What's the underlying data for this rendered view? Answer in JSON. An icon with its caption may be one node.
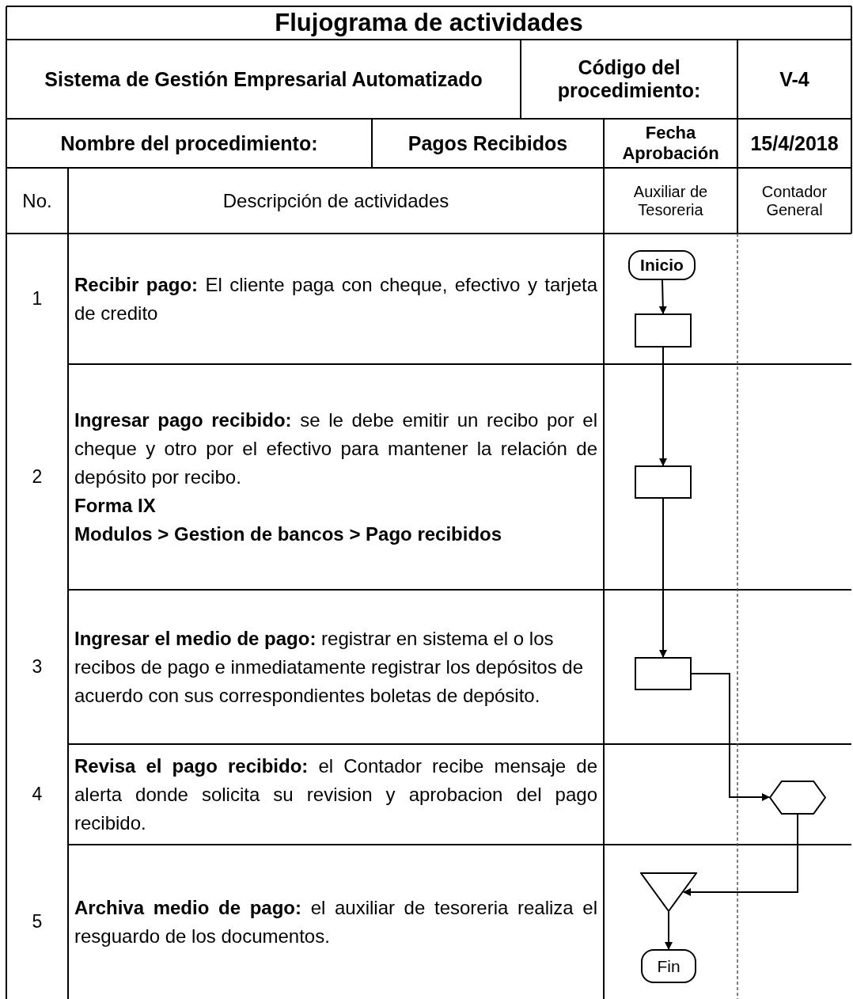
{
  "diagram": {
    "title": "Flujograma de actividades",
    "nodes": [
      {
        "text": [
          "Inicio"
        ]
      },
      {
        "text": [],
        "shape": "box"
      },
      {
        "text": [],
        "shape": "box"
      },
      {
        "text": [],
        "shape": "box"
      },
      {
        "text": [],
        "shape": "hexagon"
      },
      {
        "text": [],
        "shape": "triangle"
      },
      {
        "text": [
          "Fin"
        ]
      }
    ],
    "edges": [
      {
        "from": 0,
        "to": 1,
        "arrow": "to"
      },
      {
        "from": 1,
        "to": 2,
        "arrow": "to"
      },
      {
        "from": 2,
        "to": 3,
        "arrow": "to"
      },
      {
        "from": 3,
        "to": 4,
        "arrow": "to"
      },
      {
        "from": 4,
        "to": 5,
        "arrow": "to"
      },
      {
        "from": 5,
        "to": 6,
        "arrow": "to"
      }
    ],
    "labels": [
      "Sistema de Gestión Empresarial Automatizado",
      "Código del procedimiento:",
      "V-4",
      "Nombre del procedimiento:",
      "Pagos Recibidos",
      "Fecha Aprobación",
      "15/4/2018",
      "No.",
      "Descripción de actividades",
      "Auxiliar de Tesoreria",
      "Contador General",
      "1",
      "**Recibir pago:** El cliente paga con cheque, efectivo y tarjeta de credito",
      "2",
      "**Ingresar pago recibido:** se le debe emitir un recibo por el cheque y otro por el efectivo para mantener la relación de depósito por recibo.",
      "Forma IX",
      "Modulos > Gestion de bancos > Pago recibidos",
      "3",
      "**Ingresar el medio de pago:** registrar en sistema el o los recibos de pago e inmediatamente registrar los depósitos de acuerdo con sus correspondientes boletas de depósito.",
      "4",
      "**Revisa el pago recibido:** el Contador recibe mensaje de alerta donde solicita su revision y aprobacion del pago recibido.",
      "5",
      "**Archiva medio de pago:** el auxiliar de tesoreria realiza el resguardo de los documentos."
    ]
  }
}
